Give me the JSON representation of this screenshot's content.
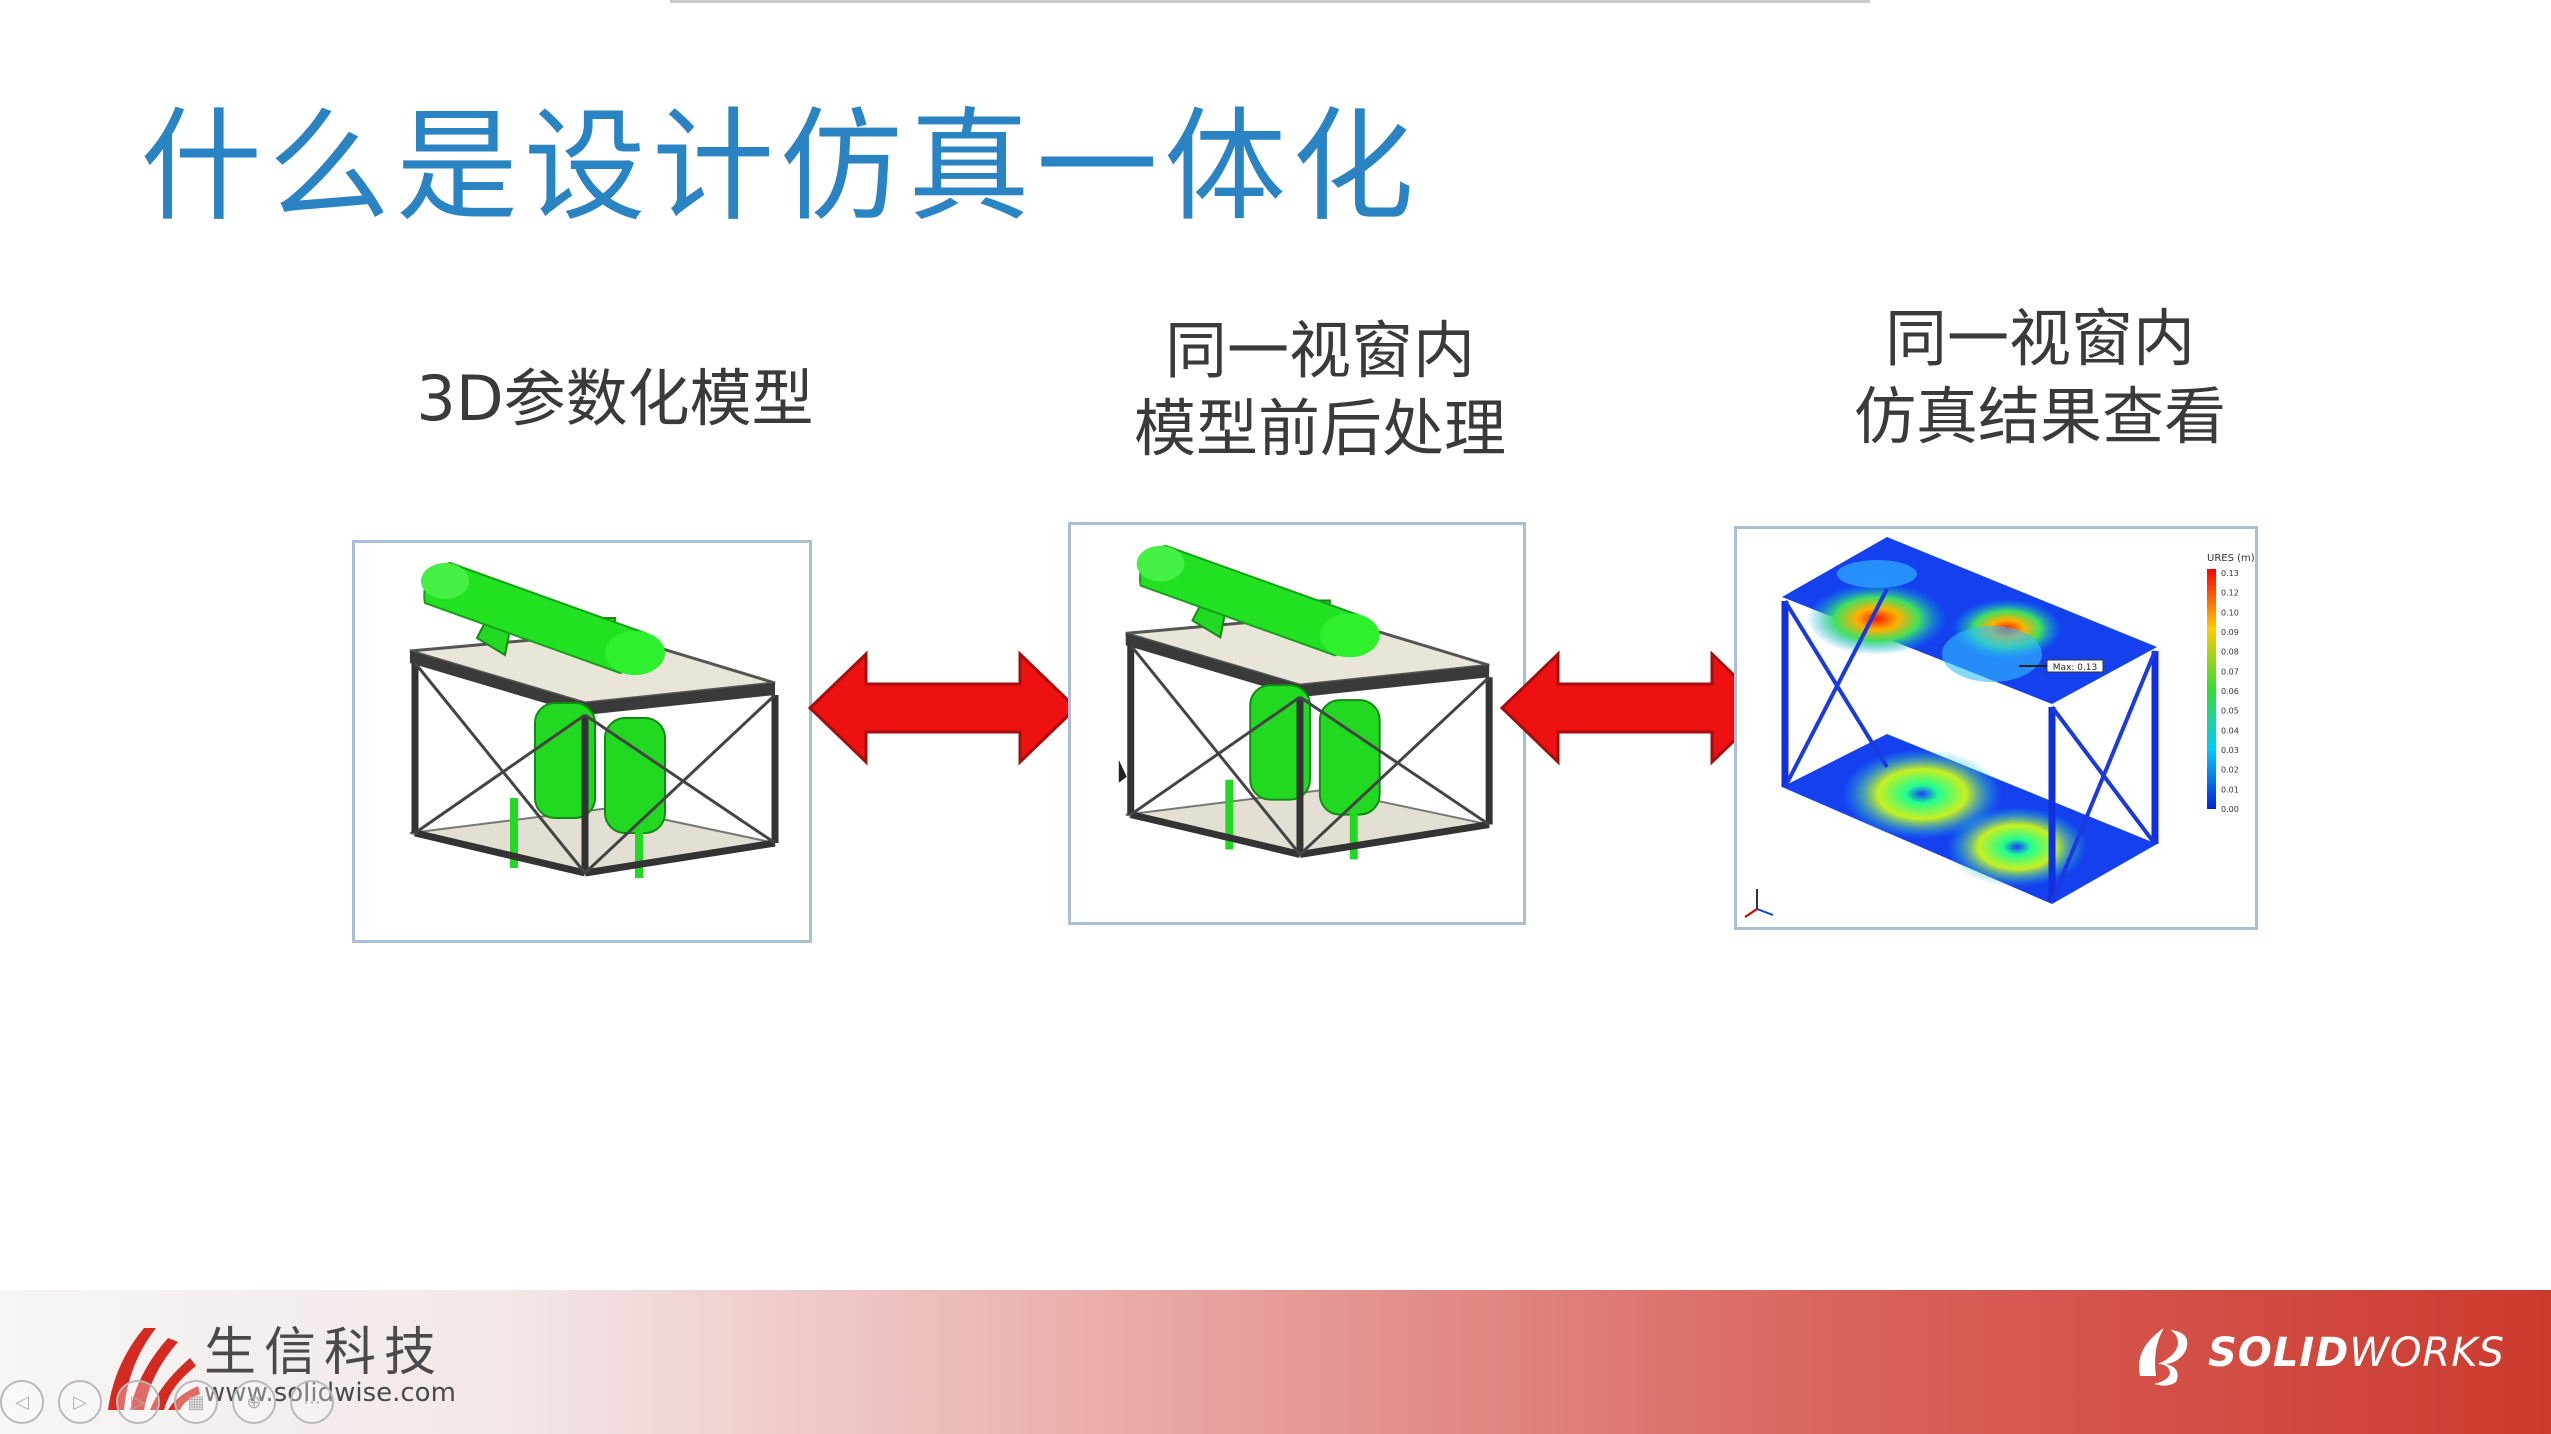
{
  "slide": {
    "title": "什么是设计仿真一体化"
  },
  "captions": {
    "model": [
      "3D参数化模型"
    ],
    "prepost": [
      "同一视窗内",
      "模型前后处理"
    ],
    "results": [
      "同一视窗内",
      "仿真结果查看"
    ]
  },
  "legend": {
    "title": "URES (m)",
    "ticks": [
      "0.13",
      "0.12",
      "0.10",
      "0.09",
      "0.08",
      "0.07",
      "0.06",
      "0.05",
      "0.04",
      "0.03",
      "0.02",
      "0.01",
      "0.00"
    ],
    "max_label": "Max: 0.13"
  },
  "footer": {
    "company_name": "生信科技",
    "company_url": "www.solidwise.com",
    "brand_bold": "SOLID",
    "brand_rest": "WORKS"
  },
  "colors": {
    "title_blue": "#2a84c4",
    "arrow_red": "#ee1111",
    "model_green": "#22e022",
    "footer_red": "#cc3a2e"
  },
  "controls": {
    "icons": [
      "prev-icon",
      "play-icon",
      "next-icon",
      "pages-icon",
      "zoom-icon",
      "more-icon"
    ]
  }
}
